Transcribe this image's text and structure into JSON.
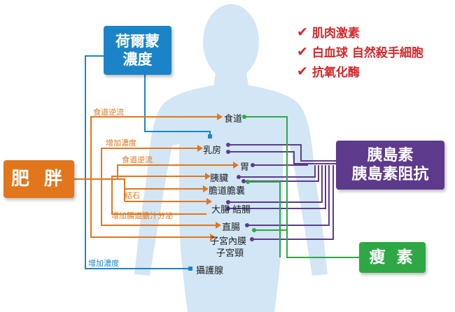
{
  "colors": {
    "blue": "#1b84c8",
    "orange": "#e2761c",
    "purple": "#5e3a8c",
    "green": "#2ea844",
    "red": "#d6282b",
    "silhouette": "#d2e6f6"
  },
  "boxes": {
    "hormone": [
      "荷爾蒙",
      "濃度"
    ],
    "obesity": "肥 胖",
    "insulin": [
      "胰島素",
      "胰島素阻抗"
    ],
    "leptin": "瘦 素"
  },
  "checklist": {
    "icon": "check-mark",
    "items": [
      "肌肉激素",
      "白血球  自然殺手細胞",
      "抗氧化酶"
    ]
  },
  "organs": {
    "esophagus": "食道",
    "breast": "乳房",
    "stomach": "胃",
    "pancreas": "胰臟",
    "gallbladder": "膽道膽囊",
    "large_intestine": "大腸  結腸",
    "rectum": "直腸",
    "endometrium": "子宮內膜",
    "cervix": "子宮頸",
    "prostate": "攝護腺"
  },
  "annotations": {
    "reflux_1": "食道逆流",
    "increase_concentration_1": "增加濃度",
    "reflux_2": "食道逆流",
    "gallstones": "結石",
    "increase_bile": "增加腸道膽汁分泌",
    "increase_concentration_2": "增加濃度"
  }
}
